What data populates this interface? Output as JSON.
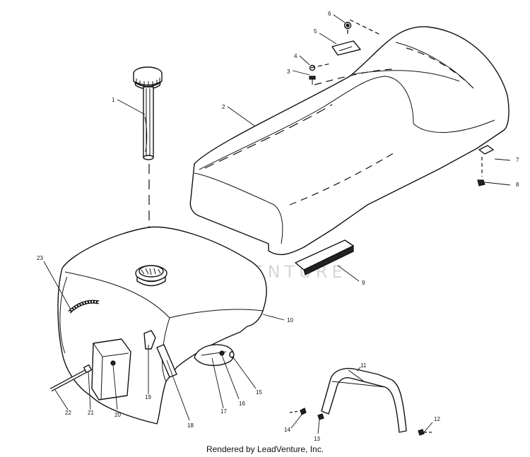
{
  "callouts": [
    {
      "id": "c1",
      "label": "1"
    },
    {
      "id": "c2",
      "label": "2"
    },
    {
      "id": "c3",
      "label": "3"
    },
    {
      "id": "c4",
      "label": "4"
    },
    {
      "id": "c5",
      "label": "5"
    },
    {
      "id": "c6",
      "label": "6"
    },
    {
      "id": "c7",
      "label": "7"
    },
    {
      "id": "c8",
      "label": "8"
    },
    {
      "id": "c9",
      "label": "9"
    },
    {
      "id": "c10",
      "label": "10"
    },
    {
      "id": "c11",
      "label": "11"
    },
    {
      "id": "c12",
      "label": "12"
    },
    {
      "id": "c13",
      "label": "13"
    },
    {
      "id": "c14",
      "label": "14"
    },
    {
      "id": "c15",
      "label": "15"
    },
    {
      "id": "c16",
      "label": "16"
    },
    {
      "id": "c17",
      "label": "17"
    },
    {
      "id": "c18",
      "label": "18"
    },
    {
      "id": "c19",
      "label": "19"
    },
    {
      "id": "c20",
      "label": "20"
    },
    {
      "id": "c21",
      "label": "21"
    },
    {
      "id": "c22",
      "label": "22"
    },
    {
      "id": "c23",
      "label": "23"
    }
  ],
  "watermark": "LEADVENTURE",
  "footer": "Rendered by LeadVenture, Inc."
}
